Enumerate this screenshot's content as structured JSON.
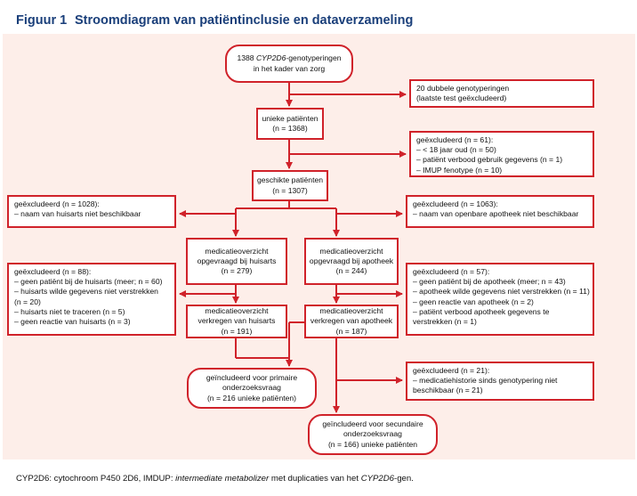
{
  "figure": {
    "label": "Figuur 1",
    "title": "Stroomdiagram van patiëntinclusie en dataverzameling"
  },
  "nodes": {
    "start": {
      "pre": "1388 ",
      "em": "CYP2D6",
      "post": "-genotyperingen",
      "line2": "in het kader van zorg"
    },
    "dup": {
      "lines": [
        "20 dubbele genotyperingen",
        "(laatste test geëxcludeerd)"
      ]
    },
    "unique": {
      "lines": [
        "unieke patiënten",
        "(n = 1368)"
      ]
    },
    "excl61": {
      "lines": [
        "geëxcludeerd (n = 61):",
        "– < 18 jaar oud (n = 50)",
        "– patiënt verbood gebruik gegevens (n = 1)",
        "– IMUP fenotype (n = 10)"
      ]
    },
    "eligible": {
      "lines": [
        "geschikte patiënten",
        "(n = 1307)"
      ]
    },
    "excl1028": {
      "lines": [
        "geëxcludeerd (n = 1028):",
        "– naam van huisarts niet beschikbaar"
      ]
    },
    "excl1063": {
      "lines": [
        "geëxcludeerd (n = 1063):",
        "– naam van openbare apotheek niet beschikbaar"
      ]
    },
    "req_gp": {
      "lines": [
        "medicatieoverzicht",
        "opgevraagd bij huisarts",
        "(n = 279)"
      ]
    },
    "req_ph": {
      "lines": [
        "medicatieoverzicht",
        "opgevraagd bij apotheek",
        "(n = 244)"
      ]
    },
    "excl88": {
      "lines": [
        "geëxcludeerd (n = 88):",
        "– geen patiënt bij de huisarts (meer; n = 60)",
        "– huisarts wilde gegevens niet verstrekken",
        "   (n = 20)",
        "– huisarts niet te traceren (n = 5)",
        "– geen reactie van huisarts (n = 3)"
      ]
    },
    "excl57": {
      "lines": [
        "geëxcludeerd (n = 57):",
        "– geen patiënt bij de apotheek (meer; n = 43)",
        "– apotheek wilde gegevens niet verstrekken (n = 11)",
        "– geen reactie van apotheek (n = 2)",
        "– patiënt verbood apotheek gegevens te",
        "   verstrekken (n = 1)"
      ]
    },
    "got_gp": {
      "lines": [
        "medicatieoverzicht",
        "verkregen van huisarts",
        "(n = 191)"
      ]
    },
    "got_ph": {
      "lines": [
        "medicatieoverzicht",
        "verkregen van apotheek",
        "(n = 187)"
      ]
    },
    "primary": {
      "lines": [
        "geïncludeerd voor primaire",
        "onderzoeksvraag",
        "(n = 216 unieke patiënten)"
      ]
    },
    "excl21": {
      "lines": [
        "geëxcludeerd (n = 21):",
        "– medicatiehistorie sinds genotypering niet",
        "   beschikbaar (n = 21)"
      ]
    },
    "secondary": {
      "lines": [
        "geïncludeerd voor secundaire",
        "onderzoeksvraag",
        "(n = 166) unieke patiënten"
      ]
    }
  },
  "footnote": {
    "part1": "CYP2D6: cytochroom P450 2D6, IMDUP: ",
    "part2": "intermediate metabolizer",
    "part3": " met duplicaties van het ",
    "part4": "CYP2D6",
    "part5": "-gen."
  },
  "colors": {
    "accent": "#d0222a",
    "panel": "#fdeee9",
    "title": "#1a3f7a"
  }
}
